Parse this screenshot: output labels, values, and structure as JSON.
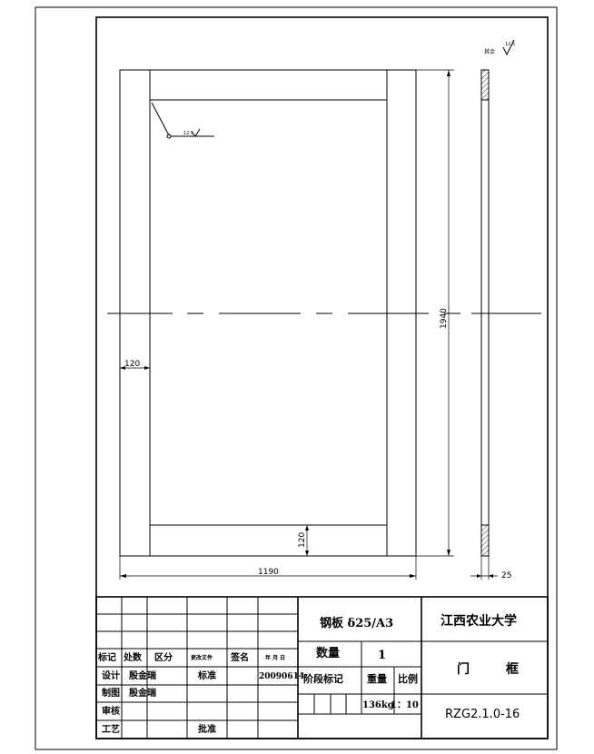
{
  "dimensions": {
    "frame_width": "120",
    "frame_bottom": "120",
    "total_width": "1190",
    "total_height": "1940",
    "thickness": "25"
  },
  "surface_symbol": {
    "weld_label": "其余",
    "roughness": "12.5",
    "inner_label": "12.5"
  },
  "title_block": {
    "material": "钢板 δ25/A3",
    "school": "江西农业大学",
    "quantity_label": "数量",
    "quantity_value": "1",
    "part_name_1": "门",
    "part_name_2": "框",
    "stage_mark_label": "阶段标记",
    "weight_label": "重量",
    "scale_label": "比例",
    "weight_value": "136kg",
    "scale_value": "1：10",
    "drawing_no": "RZG2.1.0-16",
    "row_headers": {
      "mark": "标记",
      "count": "处数",
      "zone": "区分",
      "change_doc": "更改文件",
      "signature": "签名",
      "date": "年 月 日"
    },
    "design_label": "设计",
    "design_name": "殷金瑞",
    "standard_label": "标准",
    "design_date": "20090614",
    "drafting_label": "制图",
    "drafting_name": "殷金瑞",
    "review_label": "审核",
    "process_label": "工艺",
    "approve_label": "批准"
  }
}
